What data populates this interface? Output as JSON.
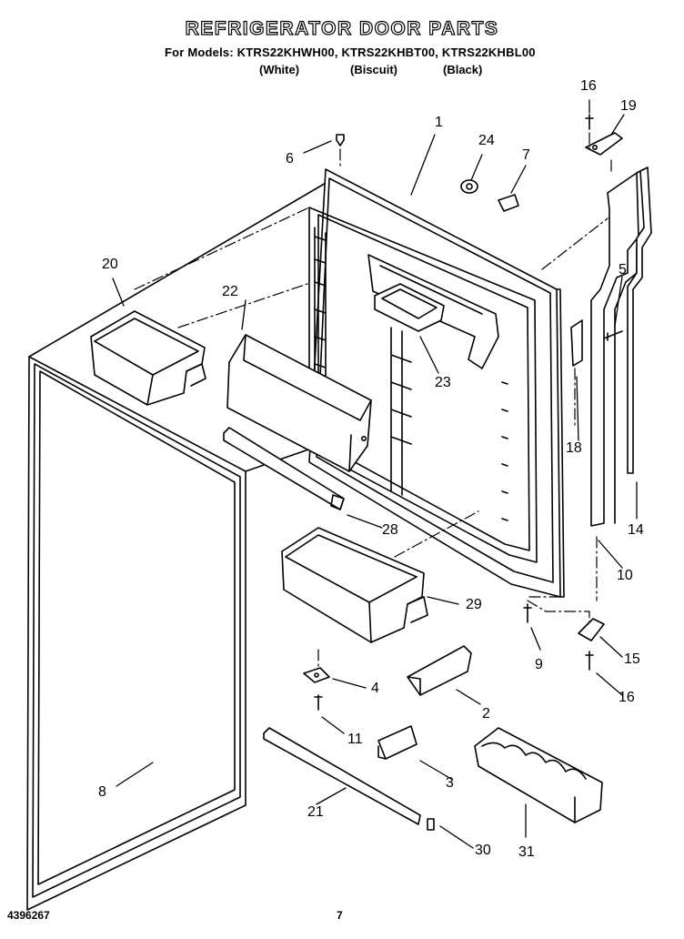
{
  "title": "REFRIGERATOR DOOR PARTS",
  "models_line": "For Models: KTRS22KHWH00, KTRS22KHBT00, KTRS22KHBL00",
  "colors": [
    "(White)",
    "(Biscuit)",
    "(Black)"
  ],
  "callouts": [
    "1",
    "2",
    "3",
    "4",
    "5",
    "6",
    "7",
    "8",
    "9",
    "10",
    "11",
    "14",
    "15",
    "16",
    "16",
    "18",
    "19",
    "20",
    "21",
    "22",
    "23",
    "24",
    "28",
    "29",
    "30",
    "31"
  ],
  "footer": {
    "doc_number": "4396267",
    "page": "7"
  }
}
